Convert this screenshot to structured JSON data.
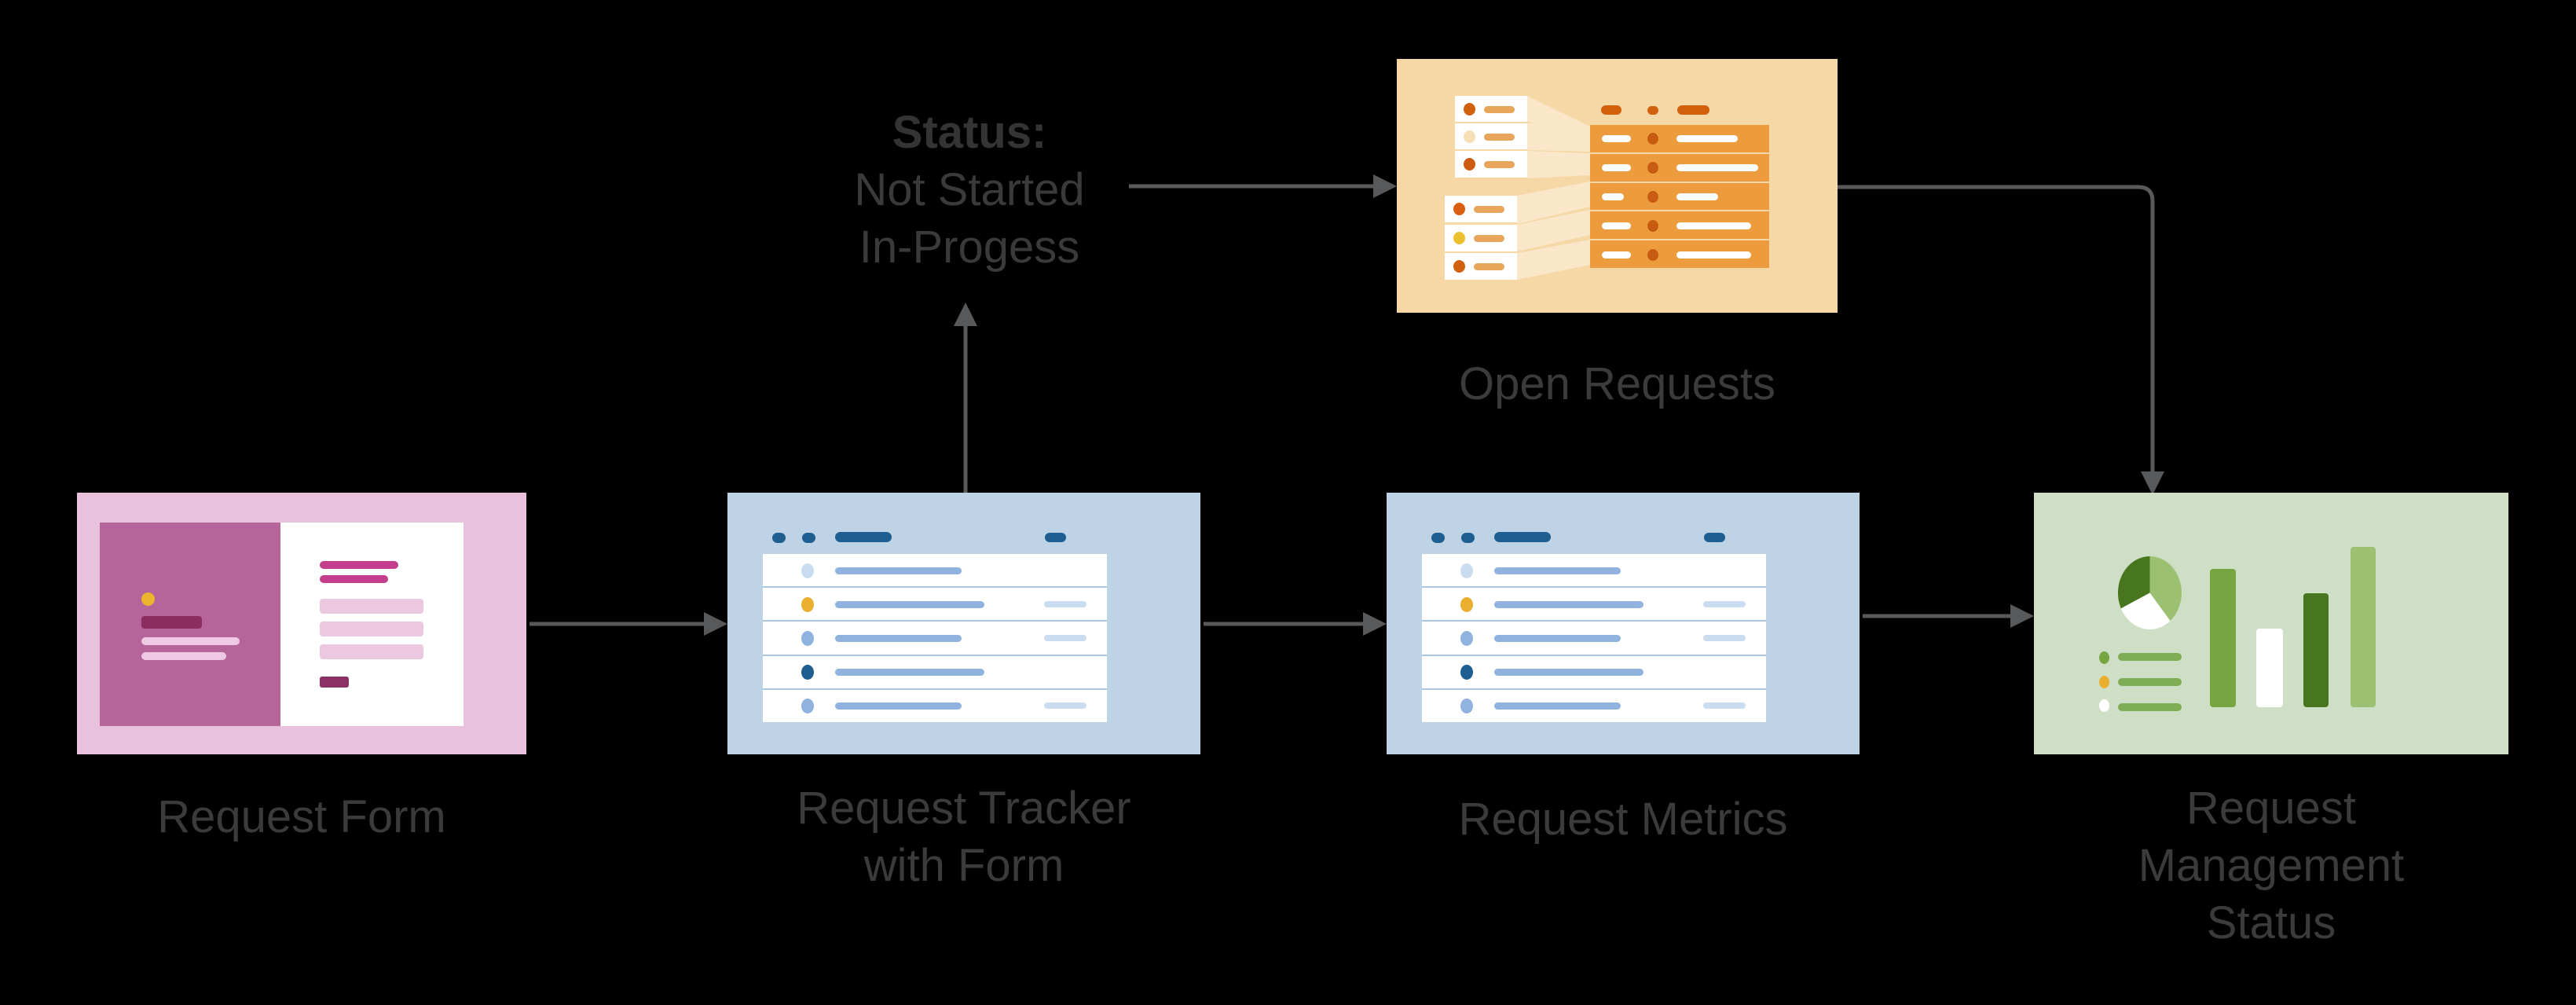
{
  "diagram": {
    "status_note": {
      "heading": "Status:",
      "line1": "Not Started",
      "line2": "In-Progess"
    },
    "nodes": {
      "request_form": {
        "label": "Request Form"
      },
      "request_tracker": {
        "label_line1": "Request Tracker",
        "label_line2": "with Form"
      },
      "open_requests": {
        "label": "Open Requests"
      },
      "request_metrics": {
        "label": "Request Metrics"
      },
      "request_management": {
        "label_line1": "Request",
        "label_line2": "Management",
        "label_line3": "Status"
      }
    },
    "palette": {
      "background": "#000000",
      "arrow": "#58595B",
      "label_text": "#3B3B3D",
      "pink_frame": "#E8C2DC",
      "pink_panel": "#B56599",
      "pink_dark": "#8C2D62",
      "magenta": "#C33E8C",
      "blue_bg": "#BED4E6",
      "blue_dark": "#1E5E90",
      "blue_mid": "#8FB2DE",
      "blue_light": "#C9DCF0",
      "yellow": "#EBAF2F",
      "orange_bg": "#F6D8A6",
      "orange_beam": "#FAE7C9",
      "orange_row": "#EC9C3D",
      "orange_dark": "#D2610E",
      "orange_line": "#E8A55B",
      "green_bg": "#CFDFC5",
      "green_dark": "#48761F",
      "green_mid": "#76A541",
      "green_light": "#9CC072"
    }
  }
}
